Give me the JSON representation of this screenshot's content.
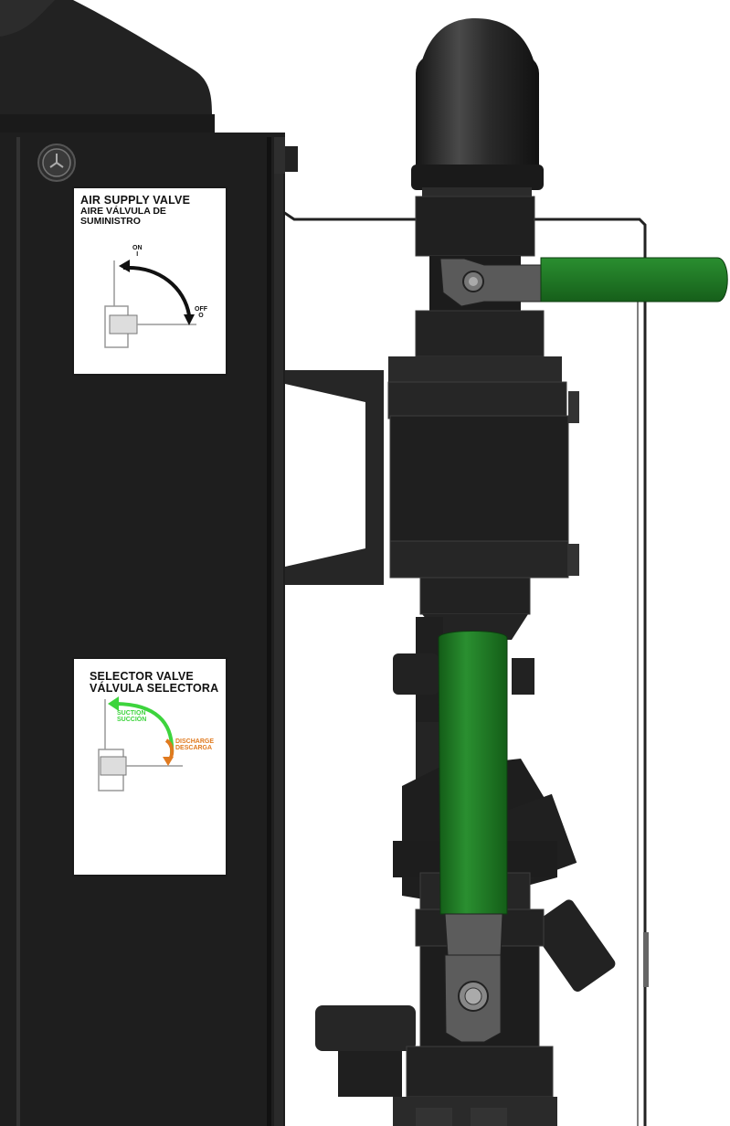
{
  "air_supply_decal": {
    "title": "AIR SUPPLY VALVE",
    "subtitle_line1": "AIRE VÁLVULA DE",
    "subtitle_line2": "SUMINISTRO",
    "on_label": "ON",
    "on_symbol": "I",
    "off_label": "OFF",
    "off_symbol": "O",
    "arrow_color": "#111111"
  },
  "selector_decal": {
    "title": "SELECTOR  VALVE",
    "subtitle": "VÁLVULA SELECTORA",
    "suction_label": "SUCTION",
    "suction_label_es": "SUCCIÓN",
    "discharge_label": "DISCHARGE",
    "discharge_label_es": "DESCARGA",
    "suction_color": "#3dd43d",
    "discharge_color": "#e07a1f"
  },
  "colors": {
    "cabinet": "#1e1e1e",
    "fittings": "#262626",
    "handle_green": "#1f7a24",
    "background": "#ffffff"
  },
  "icons": [
    "gauge-icon",
    "ball-valve-handle",
    "selector-valve-handle"
  ]
}
